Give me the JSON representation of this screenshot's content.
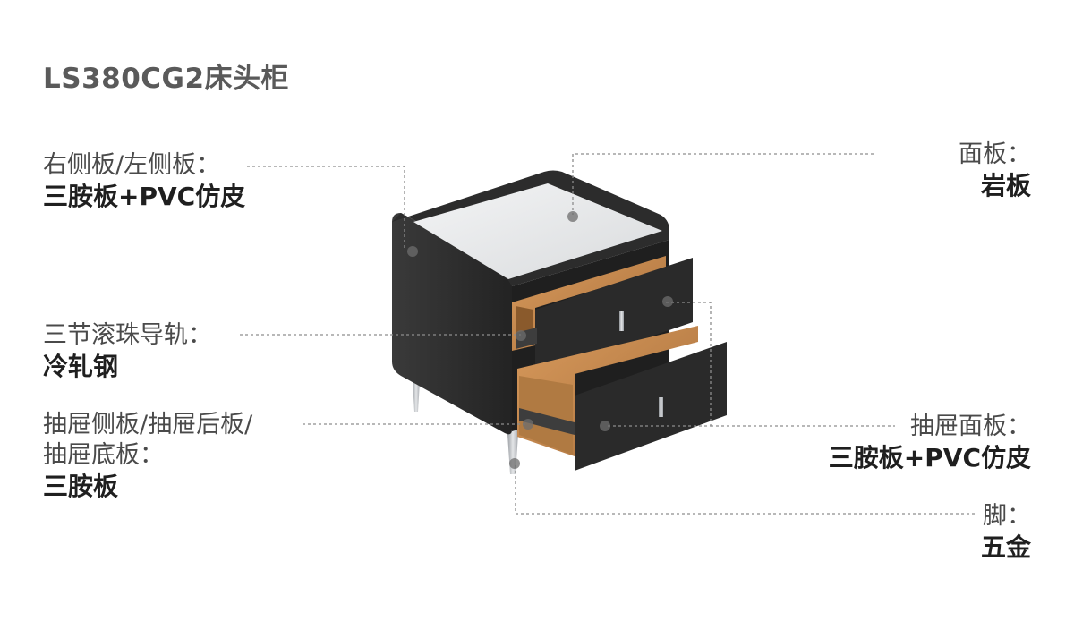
{
  "title": "LS380CG2床头柜",
  "labels": {
    "side_panel": {
      "key": "右侧板/左侧板：",
      "value": "三胺板+PVC仿皮"
    },
    "slide_rail": {
      "key": "三节滚珠导轨：",
      "value": "冷轧钢"
    },
    "drawer_inner": {
      "key_line1": "抽屉侧板/抽屉后板/",
      "key_line2": "抽屉底板：",
      "value": "三胺板"
    },
    "top_panel": {
      "key": "面板：",
      "value": "岩板"
    },
    "drawer_front": {
      "key": "抽屉面板：",
      "value": "三胺板+PVC仿皮"
    },
    "leg": {
      "key": "脚：",
      "value": "五金"
    }
  },
  "colors": {
    "cabinet_body": "#2a2a2a",
    "top_stone": "#e9eaeb",
    "wood": "#c98a4e",
    "metal": "#b8bcc0"
  }
}
